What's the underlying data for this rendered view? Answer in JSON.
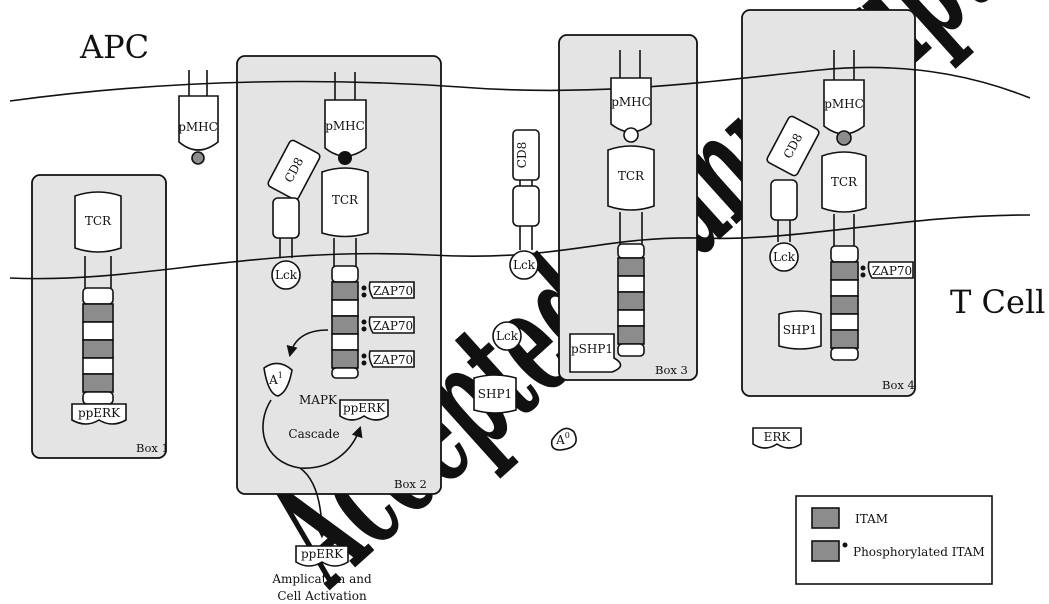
{
  "labels": {
    "apc": "APC",
    "tcell": "T Cell",
    "pmhc": "pMHC",
    "tcr": "TCR",
    "cd8": "CD8",
    "lck": "Lck",
    "zap70": "ZAP70",
    "pperk": "ppERK",
    "erk": "ERK",
    "shp1": "SHP1",
    "pshp1": "pSHP1",
    "a1_base": "A",
    "a1_sup": "1",
    "a0_base": "A",
    "a0_sup": "0",
    "mapk1": "MAPK",
    "mapk2": "Cascade",
    "amp1": "Amplication and",
    "amp2": "Cell Activation"
  },
  "boxes": [
    "Box 1",
    "Box 2",
    "Box 3",
    "Box 4"
  ],
  "legend": {
    "itam": "ITAM",
    "phospho_itam": "Phosphorylated ITAM"
  },
  "watermark": "Accepted manuscript",
  "colors": {
    "panel": "#e4e4e4",
    "itam": "#8c8c8c",
    "watermark": "#d9d9d9"
  }
}
